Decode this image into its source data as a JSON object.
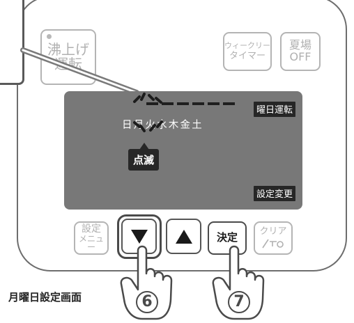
{
  "buttons": {
    "boil_top": "沸上げ",
    "boil_bottom": "運転",
    "weekly_top": "ウィークリー",
    "weekly_bottom": "タイマー",
    "summer_top": "夏場",
    "summer_bottom": "OFF",
    "settings_top": "設定",
    "settings_bottom": "メニュー",
    "decide": "決定",
    "clear_top": "クリア"
  },
  "lcd": {
    "days": "日月火水木金土",
    "weekday_tag": "曜日運転",
    "blink_label": "点滅",
    "settings_change": "設定変更"
  },
  "steps": {
    "down_step": "6",
    "decide_step": "7"
  },
  "caption": "月曜日設定画面",
  "icons": {
    "down": "down-triangle-icon",
    "up": "up-triangle-icon",
    "key": "key-icon",
    "hand": "pointing-hand-icon"
  }
}
